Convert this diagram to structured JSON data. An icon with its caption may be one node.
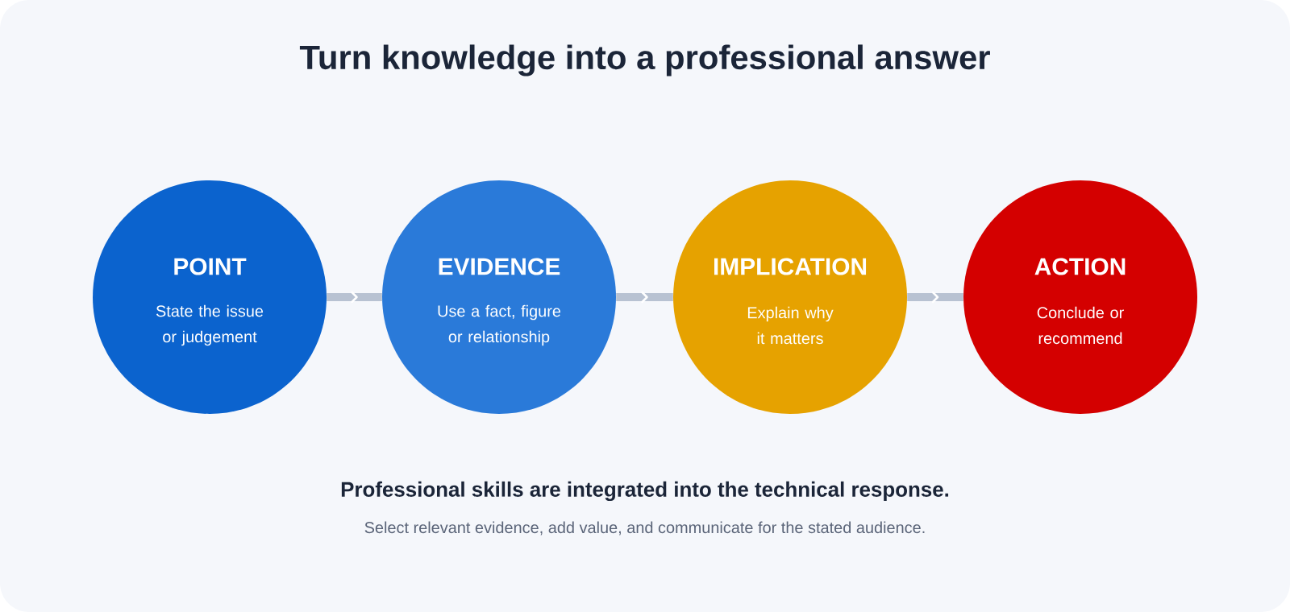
{
  "diagram": {
    "title": "Turn knowledge into a professional answer",
    "nodes": [
      {
        "text": [
          "POINT",
          "State the issue or judgement"
        ]
      },
      {
        "text": [
          "EVIDENCE",
          "Use a fact, figure or relationship"
        ]
      },
      {
        "text": [
          "IMPLICATION",
          "Explain why it matters"
        ]
      },
      {
        "text": [
          "ACTION",
          "Conclude or recommend"
        ]
      }
    ],
    "edges": [
      {
        "from": 0,
        "to": 1,
        "arrow": "to"
      },
      {
        "from": 1,
        "to": 2,
        "arrow": "to"
      },
      {
        "from": 2,
        "to": 3,
        "arrow": "to"
      }
    ],
    "labels": [
      "Professional skills are integrated into the technical response.",
      "Select relevant evidence, add value, and communicate for the stated audience."
    ]
  }
}
